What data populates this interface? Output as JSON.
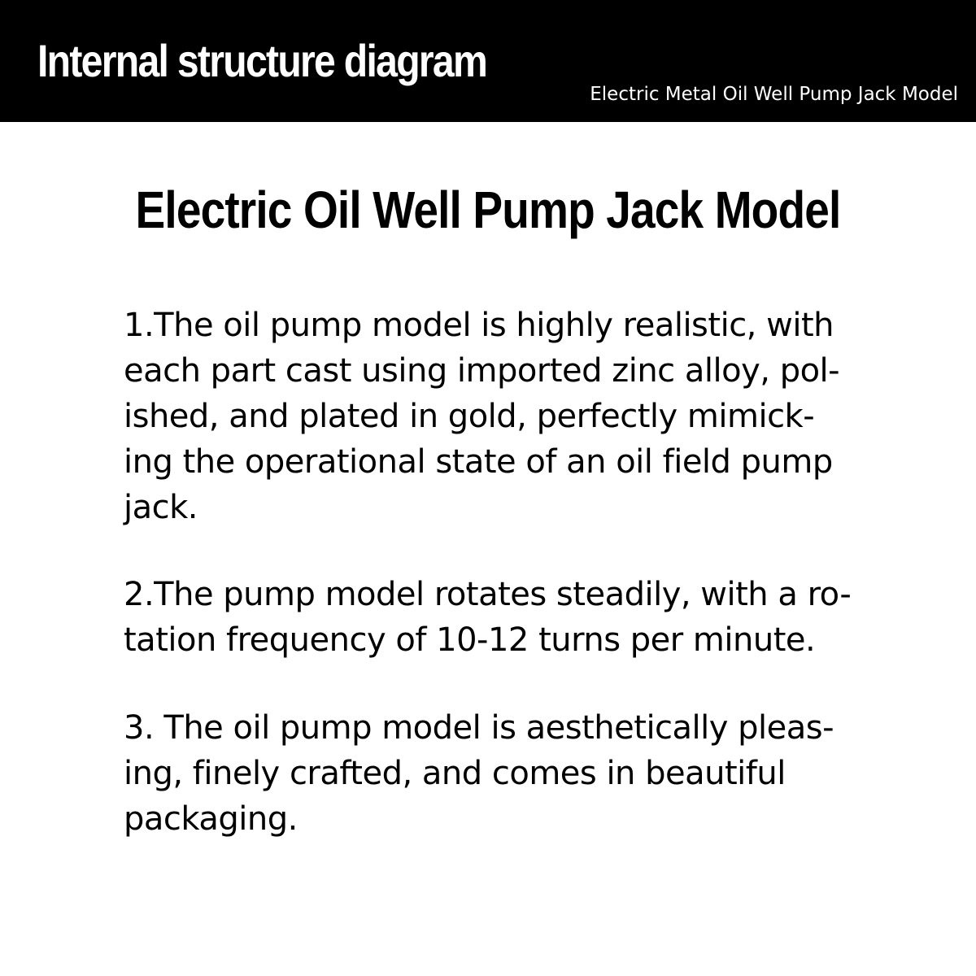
{
  "header": {
    "title": "Internal structure diagram",
    "subtitle": "Electric Metal Oil Well Pump Jack Model"
  },
  "main": {
    "heading": "Electric Oil Well Pump Jack Model",
    "paragraphs": [
      {
        "lines": [
          "1.The oil pump model is highly realistic, with",
          "each part cast using imported zinc alloy, pol-",
          "ished, and plated in gold, perfectly mimick-",
          "ing the operational state of an oil field pump",
          "jack."
        ]
      },
      {
        "lines": [
          "2.The pump model rotates steadily, with a ro-",
          "tation frequency of 10-12 turns per minute."
        ]
      },
      {
        "lines": [
          "3. The oil pump model is aesthetically pleas-",
          "ing, finely crafted, and comes in beautiful",
          "packaging."
        ]
      }
    ]
  },
  "colors": {
    "header_background": "#000000",
    "header_text": "#ffffff",
    "page_background": "#ffffff",
    "body_text": "#000000"
  }
}
